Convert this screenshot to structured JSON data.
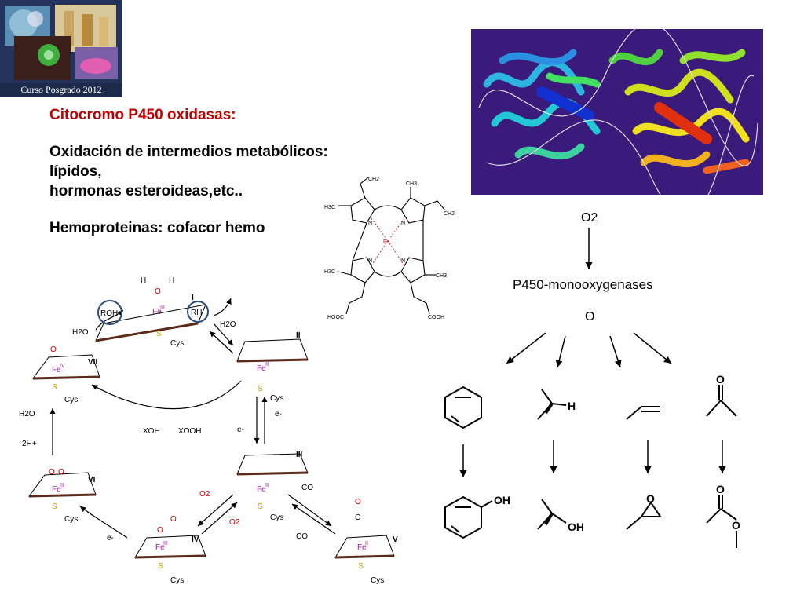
{
  "logo": {
    "caption": "Curso Posgrado 2012"
  },
  "text": {
    "heading": "Citocromo P450 oxidasas:",
    "line1": "Oxidación de intermedios metabólicos:",
    "line2": "lípidos,",
    "line3": "hormonas esteroideas,etc..",
    "line4": "Hemoproteinas: cofacor hemo"
  },
  "heme": {
    "ch2": "CH2",
    "ch2b": "CH2",
    "h3c1": "H3C",
    "ch3a": "CH3",
    "h3c2": "H3C",
    "ch3b": "CH3",
    "fe": "Fe",
    "n": "N",
    "hooc": "HOOC",
    "cooh": "COOH"
  },
  "cycle": {
    "h": "H",
    "o": "O",
    "fe": "Fe",
    "s": "S",
    "cys": "Cys",
    "roh": "ROH",
    "rh": "RH",
    "h2o": "H2O",
    "h2o_b": "H2O",
    "h2o_c": "H2O",
    "two_h": "2H+",
    "e": "e-",
    "e2": "e-",
    "e3": "e-",
    "xoh": "XOH",
    "xooh": "XOOH",
    "o2": "O2",
    "o2b": "O2",
    "co": "CO",
    "co2": "CO",
    "c": "C",
    "roman": [
      "I",
      "II",
      "III",
      "IV",
      "V",
      "VI",
      "VII"
    ],
    "fe_ox": [
      "III",
      "III",
      "III",
      "III",
      "II",
      "III",
      "IV"
    ]
  },
  "reactions": {
    "o2": "O2",
    "enzyme": "P450-monooxygenases",
    "o": "O",
    "h": "H",
    "oh": "OH",
    "oh2": "OH",
    "o_top": "O",
    "o_ep": "O",
    "o_est1": "O",
    "o_est2": "O"
  }
}
